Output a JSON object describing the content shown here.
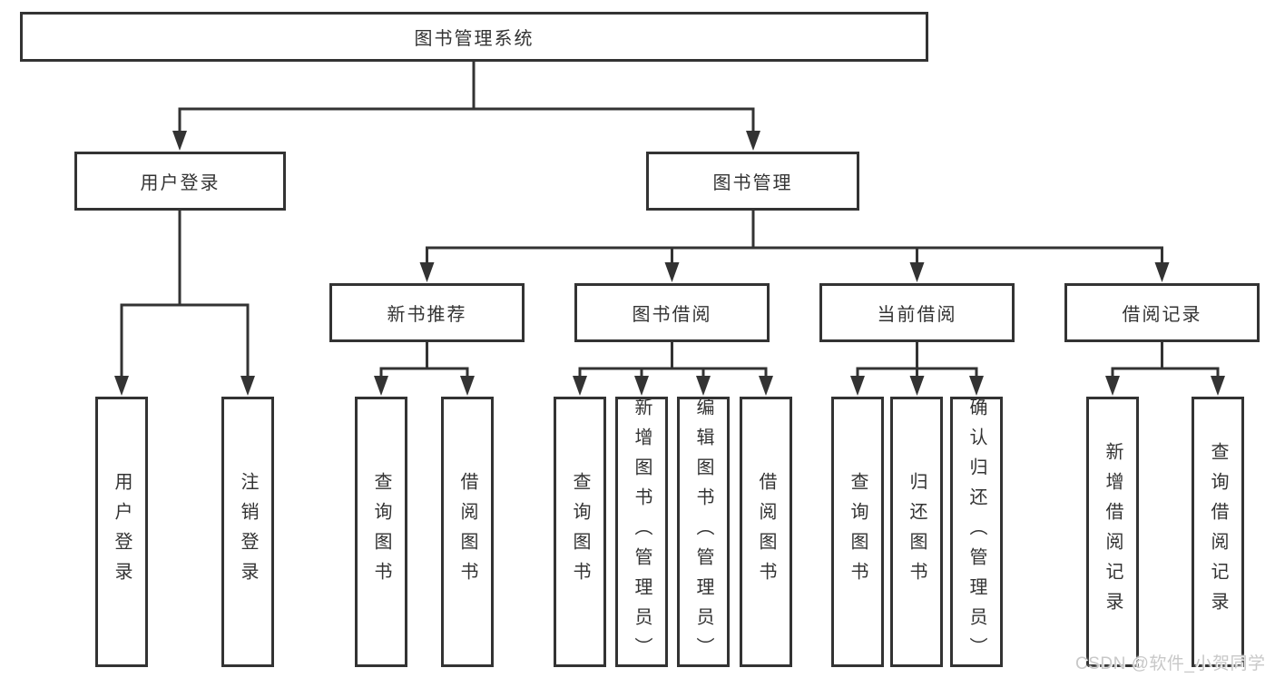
{
  "diagram_type": "hierarchy-tree",
  "colors": {
    "line": "#333333",
    "box_border": "#333333",
    "text": "#333333",
    "background": "#ffffff",
    "watermark_text": "#c8c8c8"
  },
  "watermark": "CSDN @软件_小贺同学",
  "tree": {
    "root": "图书管理系统",
    "branches": [
      {
        "label": "用户登录",
        "children": [
          "用户登录",
          "注销登录"
        ]
      },
      {
        "label": "图书管理",
        "groups": [
          {
            "label": "新书推荐",
            "children": [
              "查询图书",
              "借阅图书"
            ]
          },
          {
            "label": "图书借阅",
            "children": [
              "查询图书",
              "新增图书（管理员）",
              "编辑图书（管理员）",
              "借阅图书"
            ]
          },
          {
            "label": "当前借阅",
            "children": [
              "查询图书",
              "归还图书",
              "确认归还（管理员）"
            ]
          },
          {
            "label": "借阅记录",
            "children": [
              "新增借阅记录",
              "查询借阅记录"
            ]
          }
        ]
      }
    ]
  }
}
